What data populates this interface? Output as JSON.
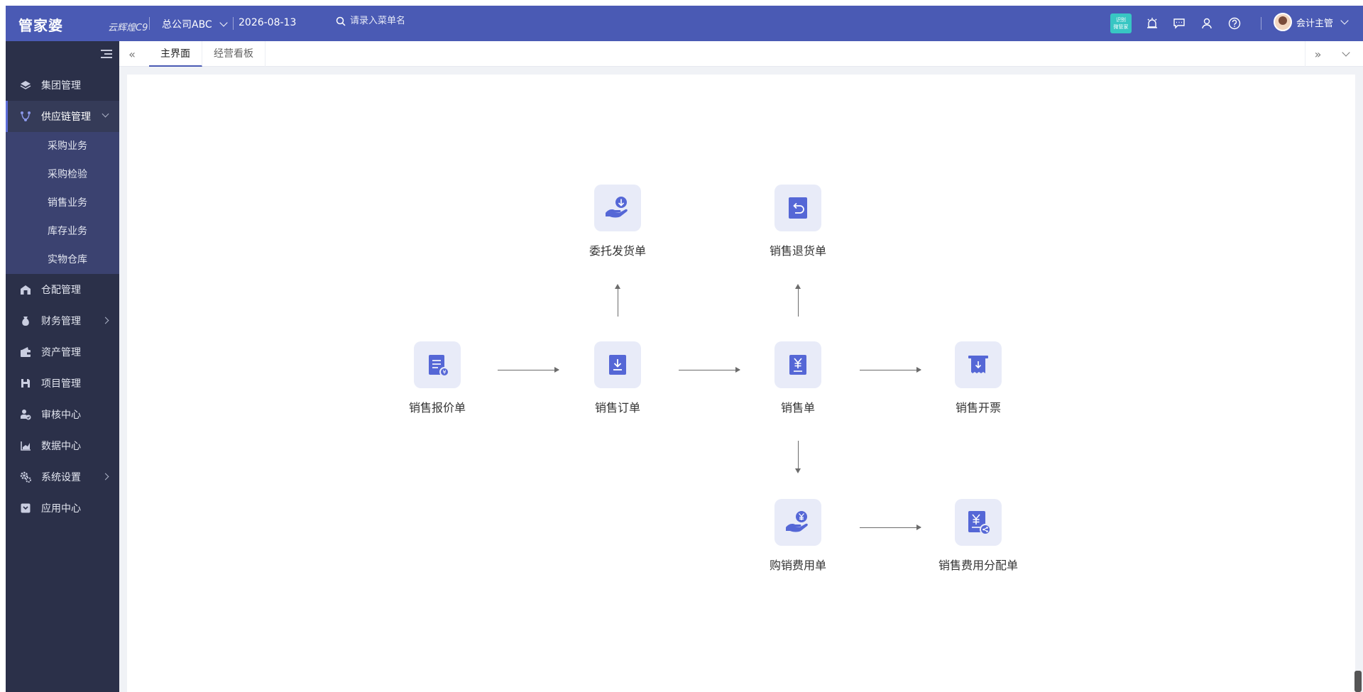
{
  "header": {
    "logo_brand": "管家婆",
    "logo_sub": "云辉煌C9",
    "company": "总公司ABC",
    "date": "2026-08-13",
    "search_placeholder": "请录入菜单名",
    "app_badge_top": "识别",
    "app_badge_bottom": "微管家",
    "user_name": "会计主管"
  },
  "sidebar": {
    "items": [
      {
        "label": "集团管理",
        "icon": "layers-icon"
      },
      {
        "label": "供应链管理",
        "icon": "supply-chain-icon",
        "open": true
      },
      {
        "label": "仓配管理",
        "icon": "warehouse-icon"
      },
      {
        "label": "财务管理",
        "icon": "money-bag-icon"
      },
      {
        "label": "资产管理",
        "icon": "wallet-icon"
      },
      {
        "label": "项目管理",
        "icon": "save-icon"
      },
      {
        "label": "审核中心",
        "icon": "audit-icon"
      },
      {
        "label": "数据中心",
        "icon": "chart-icon"
      },
      {
        "label": "系统设置",
        "icon": "gear-icon"
      },
      {
        "label": "应用中心",
        "icon": "app-icon"
      }
    ],
    "sub_items": [
      "采购业务",
      "采购检验",
      "销售业务",
      "库存业务",
      "实物仓库"
    ]
  },
  "tabs": [
    {
      "label": "主界面",
      "active": true
    },
    {
      "label": "经营看板",
      "active": false
    }
  ],
  "flow": {
    "nodes": {
      "quote": "销售报价单",
      "order": "销售订单",
      "sale": "销售单",
      "invoice": "销售开票",
      "consign": "委托发货单",
      "return": "销售退货单",
      "expense": "购销费用单",
      "expense_alloc": "销售费用分配单"
    }
  },
  "colors": {
    "header_bg": "#4a5ab4",
    "sidebar_bg": "#2b3049",
    "submenu_bg": "#3b4270",
    "accent": "#5567d6",
    "icon_tile_bg": "#e8ebf8"
  }
}
